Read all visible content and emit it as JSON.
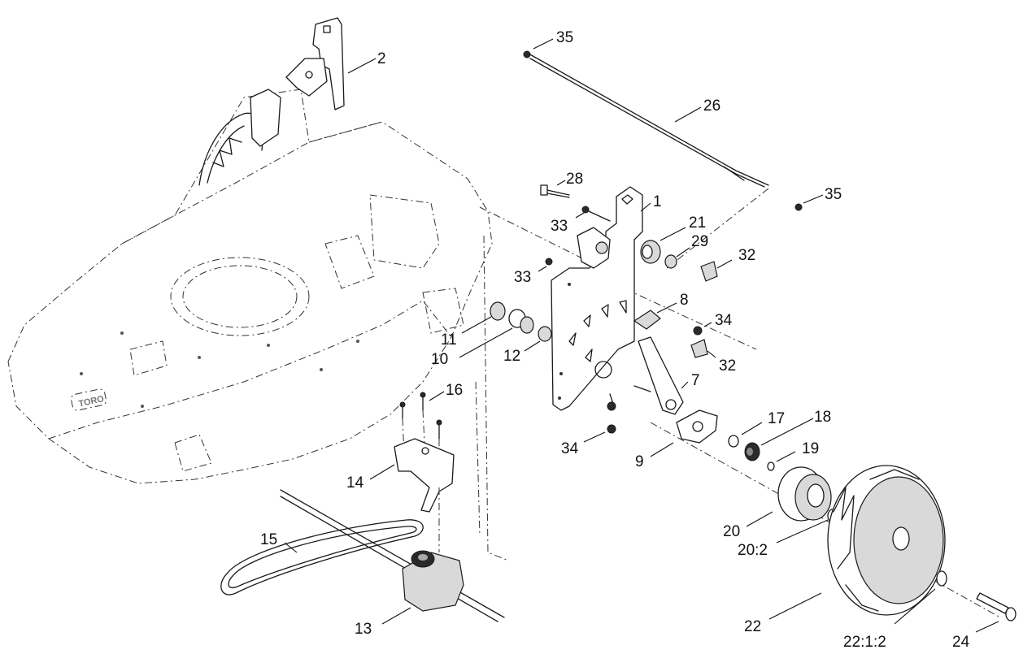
{
  "callouts": [
    {
      "id": "c1",
      "text": "1"
    },
    {
      "id": "c2",
      "text": "2"
    },
    {
      "id": "c7",
      "text": "7"
    },
    {
      "id": "c8",
      "text": "8"
    },
    {
      "id": "c9",
      "text": "9"
    },
    {
      "id": "c10",
      "text": "10"
    },
    {
      "id": "c11",
      "text": "11"
    },
    {
      "id": "c12",
      "text": "12"
    },
    {
      "id": "c13",
      "text": "13"
    },
    {
      "id": "c14",
      "text": "14"
    },
    {
      "id": "c15",
      "text": "15"
    },
    {
      "id": "c16",
      "text": "16"
    },
    {
      "id": "c17",
      "text": "17"
    },
    {
      "id": "c18",
      "text": "18"
    },
    {
      "id": "c19",
      "text": "19"
    },
    {
      "id": "c20",
      "text": "20"
    },
    {
      "id": "c20_2",
      "text": "20:2"
    },
    {
      "id": "c21",
      "text": "21"
    },
    {
      "id": "c22",
      "text": "22"
    },
    {
      "id": "c22_1_2",
      "text": "22:1:2"
    },
    {
      "id": "c24",
      "text": "24"
    },
    {
      "id": "c26",
      "text": "26"
    },
    {
      "id": "c28",
      "text": "28"
    },
    {
      "id": "c29",
      "text": "29"
    },
    {
      "id": "c32a",
      "text": "32"
    },
    {
      "id": "c32b",
      "text": "32"
    },
    {
      "id": "c33a",
      "text": "33"
    },
    {
      "id": "c33b",
      "text": "33"
    },
    {
      "id": "c34a",
      "text": "34"
    },
    {
      "id": "c34b",
      "text": "34"
    },
    {
      "id": "c35a",
      "text": "35"
    },
    {
      "id": "c35b",
      "text": "35"
    }
  ],
  "deck_logo_text": "TORO"
}
